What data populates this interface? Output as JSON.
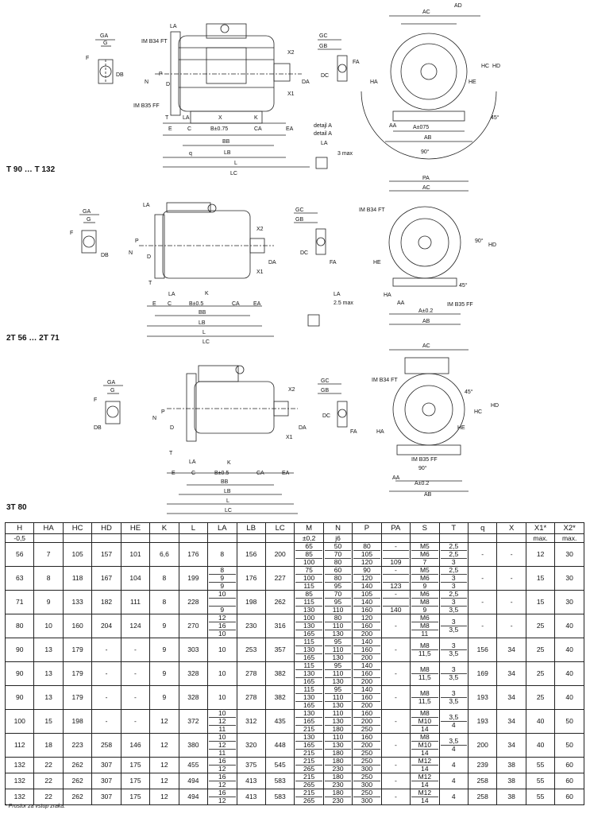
{
  "series_labels": [
    "T 90 … T 132",
    "2T 56 … 2T 71",
    "3T 80"
  ],
  "detail": {
    "line1": "detajl A",
    "line2": "detail A",
    "max1": "3 max",
    "max2": "2.5 max"
  },
  "labels": {
    "A": "A",
    "AC": "AC",
    "AD": "AD",
    "AA": "AA",
    "AB": "AB",
    "PA": "PA",
    "HA": "HA",
    "HC": "HC",
    "HD": "HD",
    "HE": "HE",
    "GA": "GA",
    "G": "G",
    "GC": "GC",
    "GB": "GB",
    "F": "F",
    "FA": "FA",
    "DB": "DB",
    "DC": "DC",
    "D": "D",
    "DA": "DA",
    "N": "N",
    "P": "P",
    "M": "M",
    "LA": "LA",
    "LB": "LB",
    "LC": "LC",
    "L": "L",
    "BB": "BB",
    "B075": "B±0.75",
    "B05": "B±0.5",
    "A075": "A±075",
    "A02": "A±0.2",
    "T": "T",
    "E": "E",
    "C": "C",
    "K": "K",
    "X": "X",
    "CA": "CA",
    "EA": "EA",
    "q": "q",
    "X1": "X1",
    "X2": "X2",
    "H": "H",
    "S": "S",
    "deg45": "45°",
    "deg90": "90°",
    "imB34": "IM B34 FT",
    "imB35": "IM B35 FF"
  },
  "table": {
    "headers": [
      "H",
      "HA",
      "HC",
      "HD",
      "HE",
      "",
      "K",
      "L",
      "LA",
      "LB",
      "LC",
      "M",
      "N",
      "P",
      "PA",
      "S",
      "T",
      "q",
      "X",
      "X1*",
      "X2*"
    ],
    "subheaders": [
      "-0,5",
      "",
      "",
      "",
      "",
      "",
      "",
      "",
      "",
      "",
      "",
      "±0,2",
      "j6",
      "",
      "",
      "",
      "",
      "",
      "",
      "max.",
      "max."
    ],
    "rows": [
      {
        "H": "56",
        "HA": "7",
        "HC": "105",
        "HD": "157",
        "HE": "101",
        "K": "6,6",
        "L": "176",
        "LA": [
          "8"
        ],
        "LB": "156",
        "LC": "200",
        "M": [
          "65",
          "85",
          "100"
        ],
        "N": [
          "50",
          "70",
          "80"
        ],
        "P": [
          "80",
          "105",
          "120"
        ],
        "PA": [
          "-",
          "",
          "109"
        ],
        "S": [
          "M5",
          "M6",
          "7"
        ],
        "T": [
          "2,5",
          "2,5",
          "3"
        ],
        "q": "-",
        "X": "-",
        "X1": "12",
        "X2": "30"
      },
      {
        "H": "63",
        "HA": "8",
        "HC": "118",
        "HD": "167",
        "HE": "104",
        "K": "8",
        "L": "199",
        "LA": [
          "8",
          "9",
          "9"
        ],
        "LB": "176",
        "LC": "227",
        "M": [
          "75",
          "100",
          "115"
        ],
        "N": [
          "60",
          "80",
          "95"
        ],
        "P": [
          "90",
          "120",
          "140"
        ],
        "PA": [
          "-",
          "",
          "123"
        ],
        "S": [
          "M5",
          "M6",
          "9"
        ],
        "T": [
          "2,5",
          "3",
          "3"
        ],
        "q": "-",
        "X": "-",
        "X1": "15",
        "X2": "30"
      },
      {
        "H": "71",
        "HA": "9",
        "HC": "133",
        "HD": "182",
        "HE": "111",
        "K": "8",
        "L": "228",
        "LA": [
          "10",
          "",
          "9"
        ],
        "LB": "198",
        "LC": "262",
        "M": [
          "85",
          "115",
          "130"
        ],
        "N": [
          "70",
          "95",
          "110"
        ],
        "P": [
          "105",
          "140",
          "160"
        ],
        "PA": [
          "-",
          "",
          "140"
        ],
        "S": [
          "M6",
          "M8",
          "9"
        ],
        "T": [
          "2,5",
          "3",
          "3,5"
        ],
        "q": "-",
        "X": "-",
        "X1": "15",
        "X2": "30"
      },
      {
        "H": "80",
        "HA": "10",
        "HC": "160",
        "HD": "204",
        "HE": "124",
        "K": "9",
        "L": "270",
        "LA": [
          "12",
          "16",
          "10"
        ],
        "LB": "230",
        "LC": "316",
        "M": [
          "100",
          "130",
          "165"
        ],
        "N": [
          "80",
          "110",
          "130"
        ],
        "P": [
          "120",
          "160",
          "200"
        ],
        "PA": [
          "-"
        ],
        "S": [
          "M6",
          "M8",
          "11"
        ],
        "T": [
          "3",
          "3,5"
        ],
        "q": "-",
        "X": "-",
        "X1": "25",
        "X2": "40"
      },
      {
        "H": "90",
        "HA": "13",
        "HC": "179",
        "HD": "-",
        "HE": "-",
        "K": "9",
        "L": "303",
        "LA": [
          "10"
        ],
        "LB": "253",
        "LC": "357",
        "M": [
          "115",
          "130",
          "165"
        ],
        "N": [
          "95",
          "110",
          "130"
        ],
        "P": [
          "140",
          "160",
          "200"
        ],
        "PA": [
          "-"
        ],
        "S": [
          "M8",
          "11,5"
        ],
        "T": [
          "3",
          "3,5"
        ],
        "q": "156",
        "X": "34",
        "X1": "25",
        "X2": "40"
      },
      {
        "H": "90",
        "HA": "13",
        "HC": "179",
        "HD": "-",
        "HE": "-",
        "K": "9",
        "L": "328",
        "LA": [
          "10"
        ],
        "LB": "278",
        "LC": "382",
        "M": [
          "115",
          "130",
          "165"
        ],
        "N": [
          "95",
          "110",
          "130"
        ],
        "P": [
          "140",
          "160",
          "200"
        ],
        "PA": [
          "-"
        ],
        "S": [
          "M8",
          "11,5"
        ],
        "T": [
          "3",
          "3,5"
        ],
        "q": "169",
        "X": "34",
        "X1": "25",
        "X2": "40"
      },
      {
        "H": "90",
        "HA": "13",
        "HC": "179",
        "HD": "-",
        "HE": "-",
        "K": "9",
        "L": "328",
        "LA": [
          "10"
        ],
        "LB": "278",
        "LC": "382",
        "M": [
          "115",
          "130",
          "165"
        ],
        "N": [
          "95",
          "110",
          "130"
        ],
        "P": [
          "140",
          "160",
          "200"
        ],
        "PA": [
          "-"
        ],
        "S": [
          "M8",
          "11,5"
        ],
        "T": [
          "3",
          "3,5"
        ],
        "q": "193",
        "X": "34",
        "X1": "25",
        "X2": "40"
      },
      {
        "H": "100",
        "HA": "15",
        "HC": "198",
        "HD": "-",
        "HE": "-",
        "K": "12",
        "L": "372",
        "LA": [
          "10",
          "12",
          "11"
        ],
        "LB": "312",
        "LC": "435",
        "M": [
          "130",
          "165",
          "215"
        ],
        "N": [
          "110",
          "130",
          "180"
        ],
        "P": [
          "160",
          "200",
          "250"
        ],
        "PA": [
          "-"
        ],
        "S": [
          "M8",
          "M10",
          "14"
        ],
        "T": [
          "3,5",
          "4"
        ],
        "q": "193",
        "X": "34",
        "X1": "40",
        "X2": "50"
      },
      {
        "H": "112",
        "HA": "18",
        "HC": "223",
        "HD": "258",
        "HE": "146",
        "K": "12",
        "L": "380",
        "LA": [
          "10",
          "12",
          "11"
        ],
        "LB": "320",
        "LC": "448",
        "M": [
          "130",
          "165",
          "215"
        ],
        "N": [
          "110",
          "130",
          "180"
        ],
        "P": [
          "160",
          "200",
          "250"
        ],
        "PA": [
          "-"
        ],
        "S": [
          "M8",
          "M10",
          "14"
        ],
        "T": [
          "3,5",
          "4"
        ],
        "q": "200",
        "X": "34",
        "X1": "40",
        "X2": "50"
      },
      {
        "H": "132",
        "HA": "22",
        "HC": "262",
        "HD": "307",
        "HE": "175",
        "K": "12",
        "L": "455",
        "LA": [
          "16",
          "12"
        ],
        "LB": "375",
        "LC": "545",
        "M": [
          "215",
          "265"
        ],
        "N": [
          "180",
          "230"
        ],
        "P": [
          "250",
          "300"
        ],
        "PA": [
          "-"
        ],
        "S": [
          "M12",
          "14"
        ],
        "T": [
          "4"
        ],
        "q": "239",
        "X": "38",
        "X1": "55",
        "X2": "60"
      },
      {
        "H": "132",
        "HA": "22",
        "HC": "262",
        "HD": "307",
        "HE": "175",
        "K": "12",
        "L": "494",
        "LA": [
          "16",
          "12"
        ],
        "LB": "413",
        "LC": "583",
        "M": [
          "215",
          "265"
        ],
        "N": [
          "180",
          "230"
        ],
        "P": [
          "250",
          "300"
        ],
        "PA": [
          "-"
        ],
        "S": [
          "M12",
          "14"
        ],
        "T": [
          "4"
        ],
        "q": "258",
        "X": "38",
        "X1": "55",
        "X2": "60"
      },
      {
        "H": "132",
        "HA": "22",
        "HC": "262",
        "HD": "307",
        "HE": "175",
        "K": "12",
        "L": "494",
        "LA": [
          "16",
          "12"
        ],
        "LB": "413",
        "LC": "583",
        "M": [
          "215",
          "265"
        ],
        "N": [
          "180",
          "230"
        ],
        "P": [
          "250",
          "300"
        ],
        "PA": [
          "-"
        ],
        "S": [
          "M12",
          "14"
        ],
        "T": [
          "4"
        ],
        "q": "258",
        "X": "38",
        "X1": "55",
        "X2": "60"
      }
    ]
  },
  "footnote": "* Prostor za vstop zraka."
}
